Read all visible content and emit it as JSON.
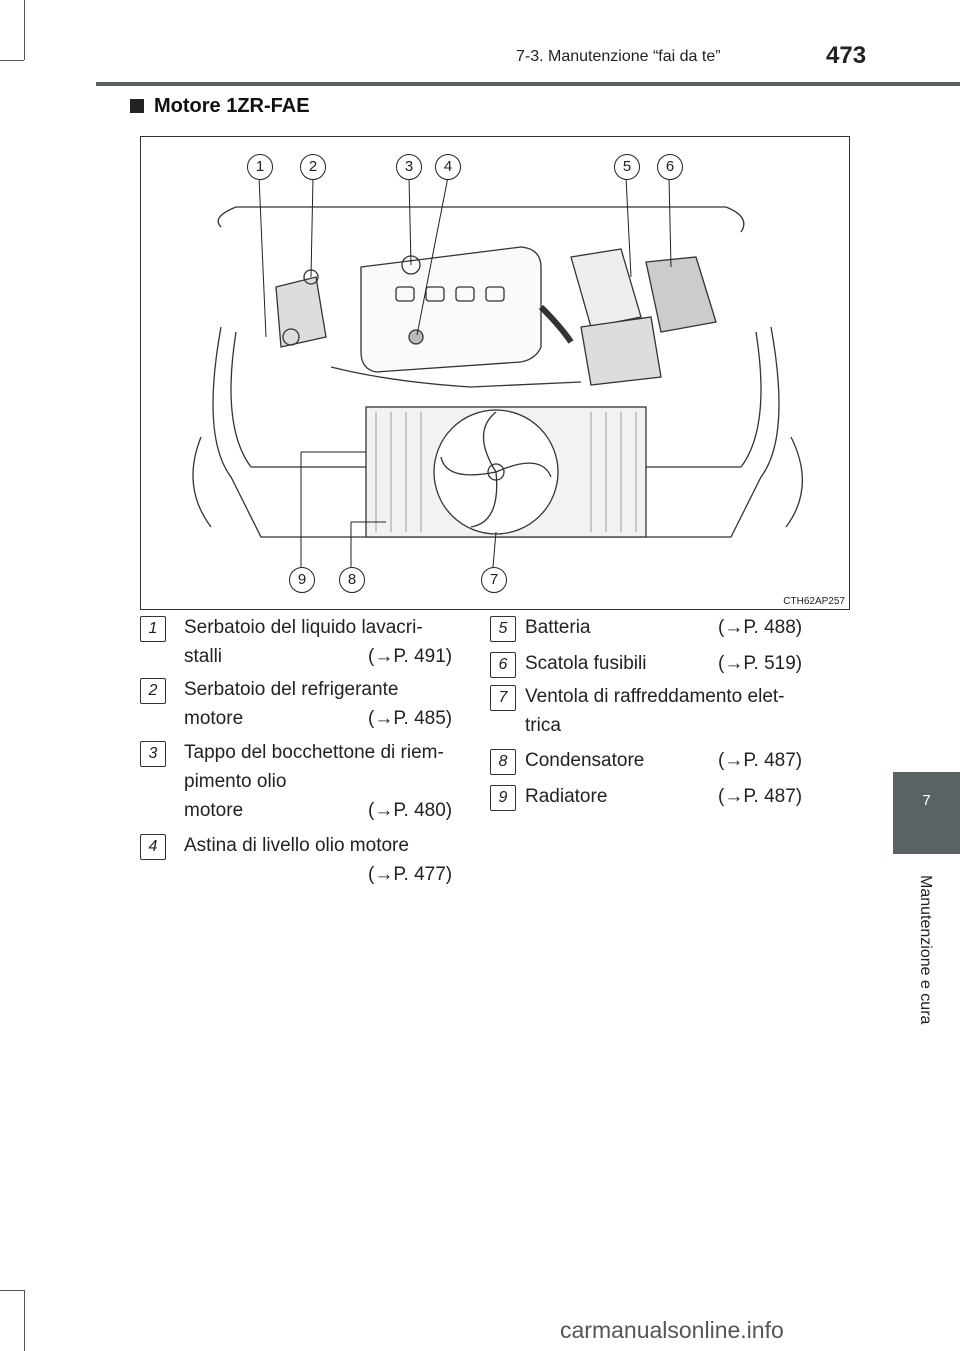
{
  "header": {
    "section": "7-3. Manutenzione “fai da te”",
    "page_number": "473"
  },
  "section_title": "Motore 1ZR-FAE",
  "figure": {
    "code": "CTH62AP257",
    "callouts": [
      "1",
      "2",
      "3",
      "4",
      "5",
      "6",
      "9",
      "8",
      "7"
    ]
  },
  "legend": [
    {
      "num": "1",
      "lines": [
        "Serbatoio del liquido lavacri-",
        "stalli"
      ],
      "ref": "(→P. 491)"
    },
    {
      "num": "2",
      "lines": [
        "Serbatoio del refrigerante",
        "motore"
      ],
      "ref": "(→P. 485)"
    },
    {
      "num": "3",
      "lines": [
        "Tappo del bocchettone di riem-",
        "pimento olio",
        "motore"
      ],
      "ref": "(→P. 480)"
    },
    {
      "num": "4",
      "lines": [
        "Astina di livello olio motore",
        ""
      ],
      "ref": "(→P. 477)"
    },
    {
      "num": "5",
      "lines": [
        "Batteria"
      ],
      "ref": "(→P. 488)"
    },
    {
      "num": "6",
      "lines": [
        "Scatola fusibili"
      ],
      "ref": "(→P. 519)"
    },
    {
      "num": "7",
      "lines": [
        "Ventola di raffreddamento elet-",
        "trica"
      ],
      "ref": ""
    },
    {
      "num": "8",
      "lines": [
        "Condensatore"
      ],
      "ref": "(→P. 487)"
    },
    {
      "num": "9",
      "lines": [
        "Radiatore"
      ],
      "ref": "(→P. 487)"
    }
  ],
  "side_tab": {
    "number": "7",
    "label": "Manutenzione e cura"
  },
  "watermark": "carmanualsonline.info"
}
